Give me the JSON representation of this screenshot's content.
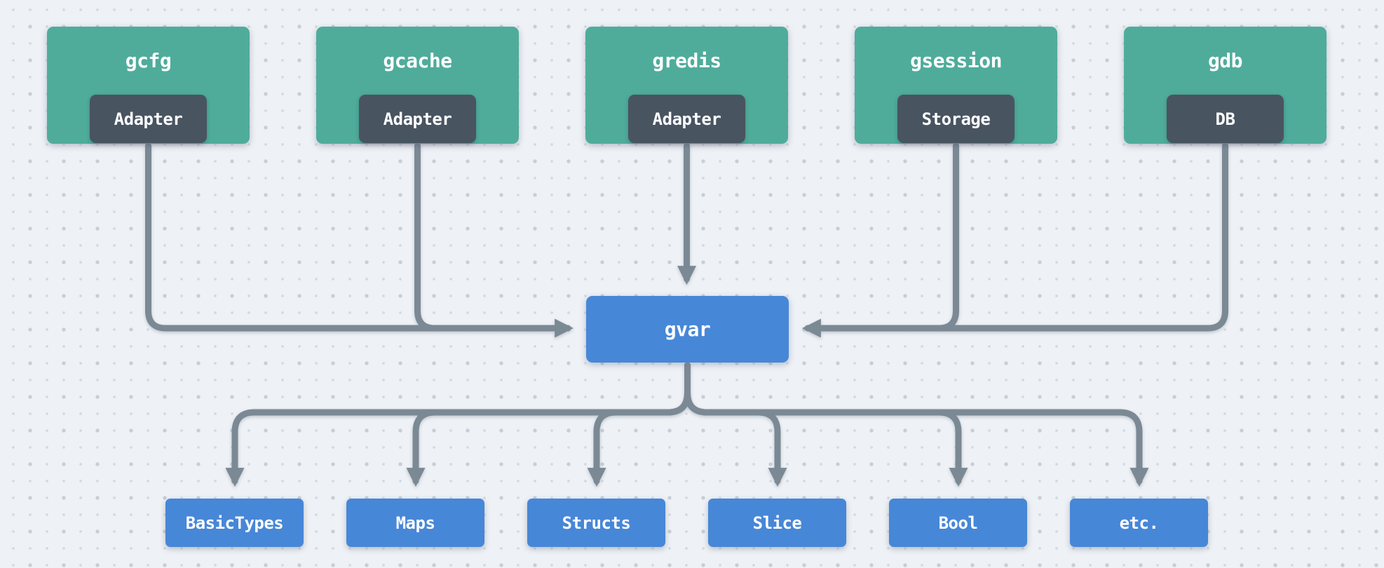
{
  "diagram": {
    "nodes": {
      "top": [
        {
          "title": "gcfg",
          "badge": "Adapter"
        },
        {
          "title": "gcache",
          "badge": "Adapter"
        },
        {
          "title": "gredis",
          "badge": "Adapter"
        },
        {
          "title": "gsession",
          "badge": "Storage"
        },
        {
          "title": "gdb",
          "badge": "DB"
        }
      ],
      "center": {
        "title": "gvar"
      },
      "bottom": [
        {
          "title": "BasicTypes"
        },
        {
          "title": "Maps"
        },
        {
          "title": "Structs"
        },
        {
          "title": "Slice"
        },
        {
          "title": "Bool"
        },
        {
          "title": "etc."
        }
      ]
    },
    "colors": {
      "source_fill": "#4fac9b",
      "badge_fill": "#495461",
      "target_fill": "#4787d7",
      "connector": "#7b8994",
      "canvas_background": "#eef1f5",
      "node_text": "#ffffff"
    }
  }
}
